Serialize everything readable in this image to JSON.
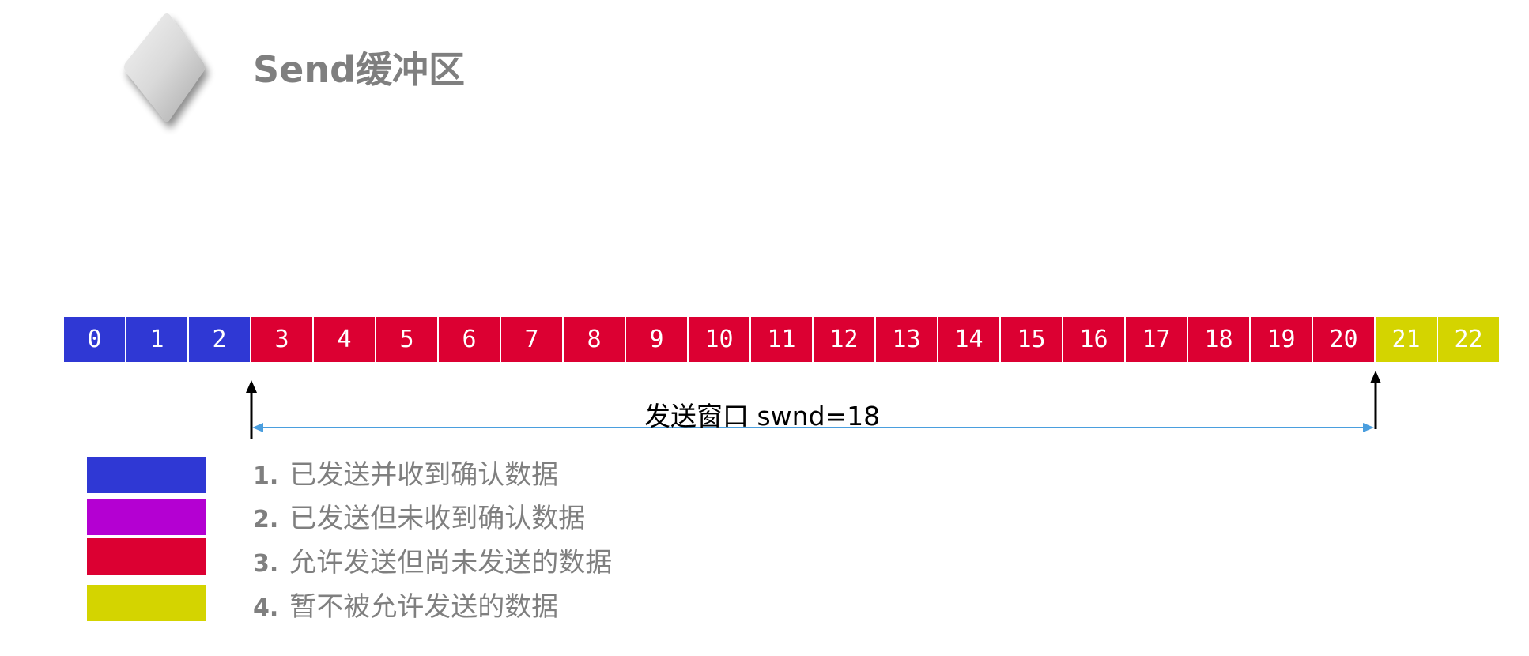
{
  "header": {
    "title": "Send缓冲区"
  },
  "colors": {
    "acked": "#2f38d4",
    "sent_unacked": "#b400d2",
    "allowed": "#dc0032",
    "not_allowed": "#d4d400",
    "arrow": "#4a9ede"
  },
  "buffer": {
    "cells": [
      {
        "label": "0",
        "state": "acked"
      },
      {
        "label": "1",
        "state": "acked"
      },
      {
        "label": "2",
        "state": "acked"
      },
      {
        "label": "3",
        "state": "allowed"
      },
      {
        "label": "4",
        "state": "allowed"
      },
      {
        "label": "5",
        "state": "allowed"
      },
      {
        "label": "6",
        "state": "allowed"
      },
      {
        "label": "7",
        "state": "allowed"
      },
      {
        "label": "8",
        "state": "allowed"
      },
      {
        "label": "9",
        "state": "allowed"
      },
      {
        "label": "10",
        "state": "allowed"
      },
      {
        "label": "11",
        "state": "allowed"
      },
      {
        "label": "12",
        "state": "allowed"
      },
      {
        "label": "13",
        "state": "allowed"
      },
      {
        "label": "14",
        "state": "allowed"
      },
      {
        "label": "15",
        "state": "allowed"
      },
      {
        "label": "16",
        "state": "allowed"
      },
      {
        "label": "17",
        "state": "allowed"
      },
      {
        "label": "18",
        "state": "allowed"
      },
      {
        "label": "19",
        "state": "allowed"
      },
      {
        "label": "20",
        "state": "allowed"
      },
      {
        "label": "21",
        "state": "not_allowed"
      },
      {
        "label": "22",
        "state": "not_allowed"
      }
    ]
  },
  "window": {
    "label": "发送窗口 swnd=18"
  },
  "legend": {
    "items": [
      {
        "num": "1.",
        "text": "已发送并收到确认数据",
        "state": "acked"
      },
      {
        "num": "2.",
        "text": "已发送但未收到确认数据",
        "state": "sent_unacked"
      },
      {
        "num": "3.",
        "text": "允许发送但尚未发送的数据",
        "state": "allowed"
      },
      {
        "num": "4.",
        "text": "暂不被允许发送的数据",
        "state": "not_allowed"
      }
    ]
  }
}
